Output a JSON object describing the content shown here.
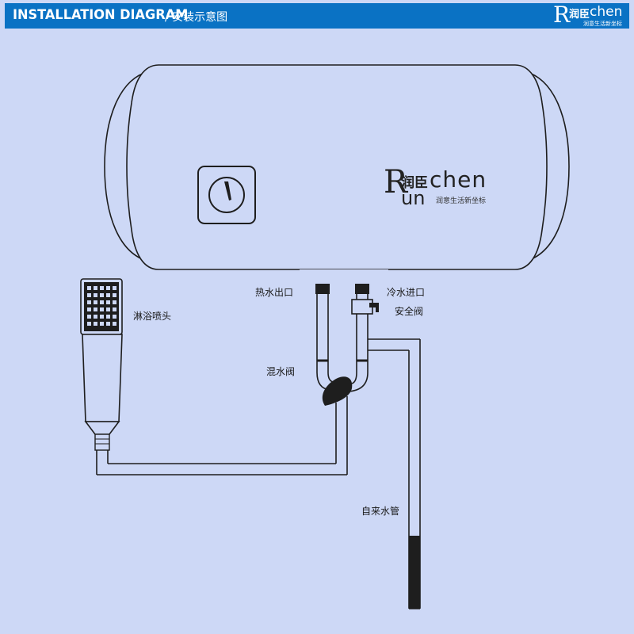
{
  "header": {
    "title": "INSTALLATION DIAGRAM",
    "subtitle": "/ 安装示意图"
  },
  "brand": {
    "letter": "R",
    "letters_under": "un",
    "chinese": "润臣",
    "english": "chen",
    "tagline": "润意生活新坐标"
  },
  "labels": {
    "hot_water_outlet": "热水出口",
    "cold_water_inlet": "冷水进口",
    "safety_valve": "安全阀",
    "shower_head": "淋浴喷头",
    "mixing_valve": "混水阀",
    "tap_water_pipe": "自来水管"
  },
  "colors": {
    "header_bg": "#0a72c4",
    "background": "#cdd8f6",
    "tank_fill": "#cdd8f6",
    "line": "#1e1e1e"
  }
}
